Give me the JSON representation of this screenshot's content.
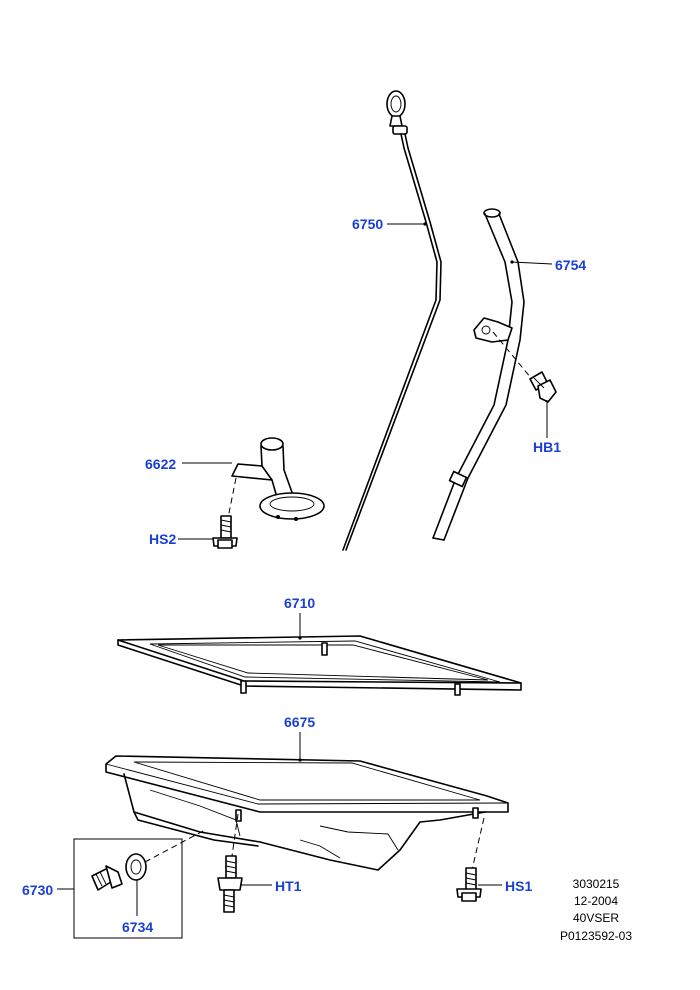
{
  "callouts": {
    "dipstick": "6750",
    "dipstick_tube": "6754",
    "bolt_hb1": "HB1",
    "pickup_tube": "6622",
    "bolt_hs2": "HS2",
    "gasket": "6710",
    "oil_pan": "6675",
    "drain_plug": "6730",
    "drain_washer": "6734",
    "stud_ht1": "HT1",
    "bolt_hs1": "HS1"
  },
  "reference": {
    "line1": "3030215",
    "line2": "12-2004",
    "line3": "40VSER",
    "line4": "P0123592-03"
  },
  "colors": {
    "callout_text": "#1a3fd6",
    "line_art": "#000000",
    "background": "#ffffff"
  }
}
